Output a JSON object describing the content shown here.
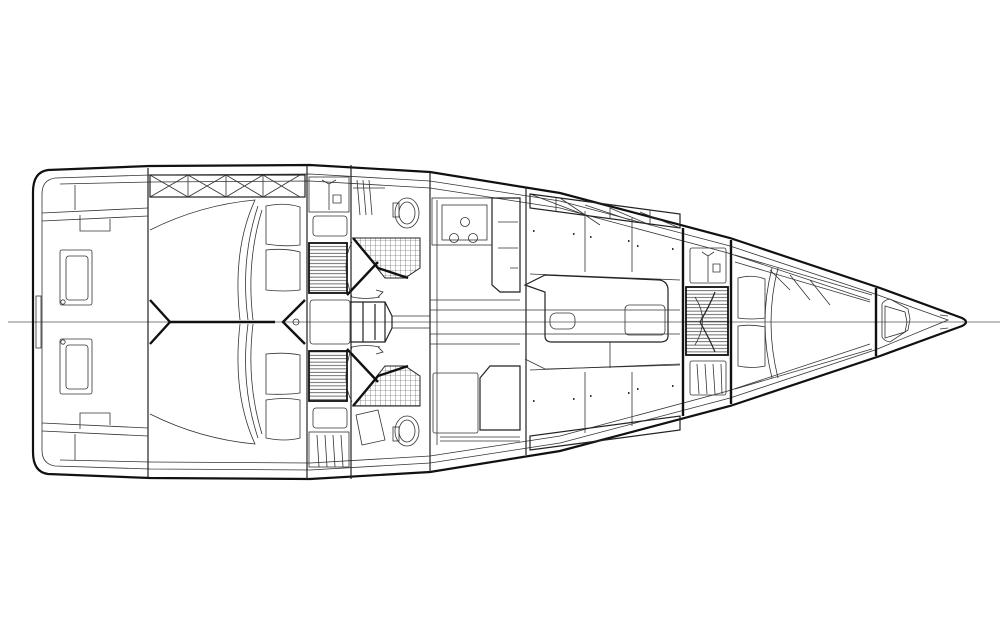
{
  "diagram": {
    "type": "sailboat interior layout plan (top view)",
    "orientation": "stern left, bow right",
    "line_color": "#111111",
    "background": "#ffffff",
    "zones": [
      {
        "id": "cockpit",
        "label": "Cockpit / transom"
      },
      {
        "id": "aft-cabins",
        "label": "Aft double cabins (port & starboard)"
      },
      {
        "id": "heads",
        "label": "Heads with toilet and shower grating"
      },
      {
        "id": "companionway",
        "label": "Companionway steps"
      },
      {
        "id": "galley",
        "label": "Galley with 3-burner stove"
      },
      {
        "id": "nav-area",
        "label": "Chart table / storage"
      },
      {
        "id": "saloon",
        "label": "Saloon with centreline table"
      },
      {
        "id": "forward-bulkhead",
        "label": "Forward bulkhead with grating and hanging lockers"
      },
      {
        "id": "forepeak",
        "label": "Forward cabin (V-berth)"
      },
      {
        "id": "anchor-locker",
        "label": "Anchor locker"
      }
    ]
  }
}
